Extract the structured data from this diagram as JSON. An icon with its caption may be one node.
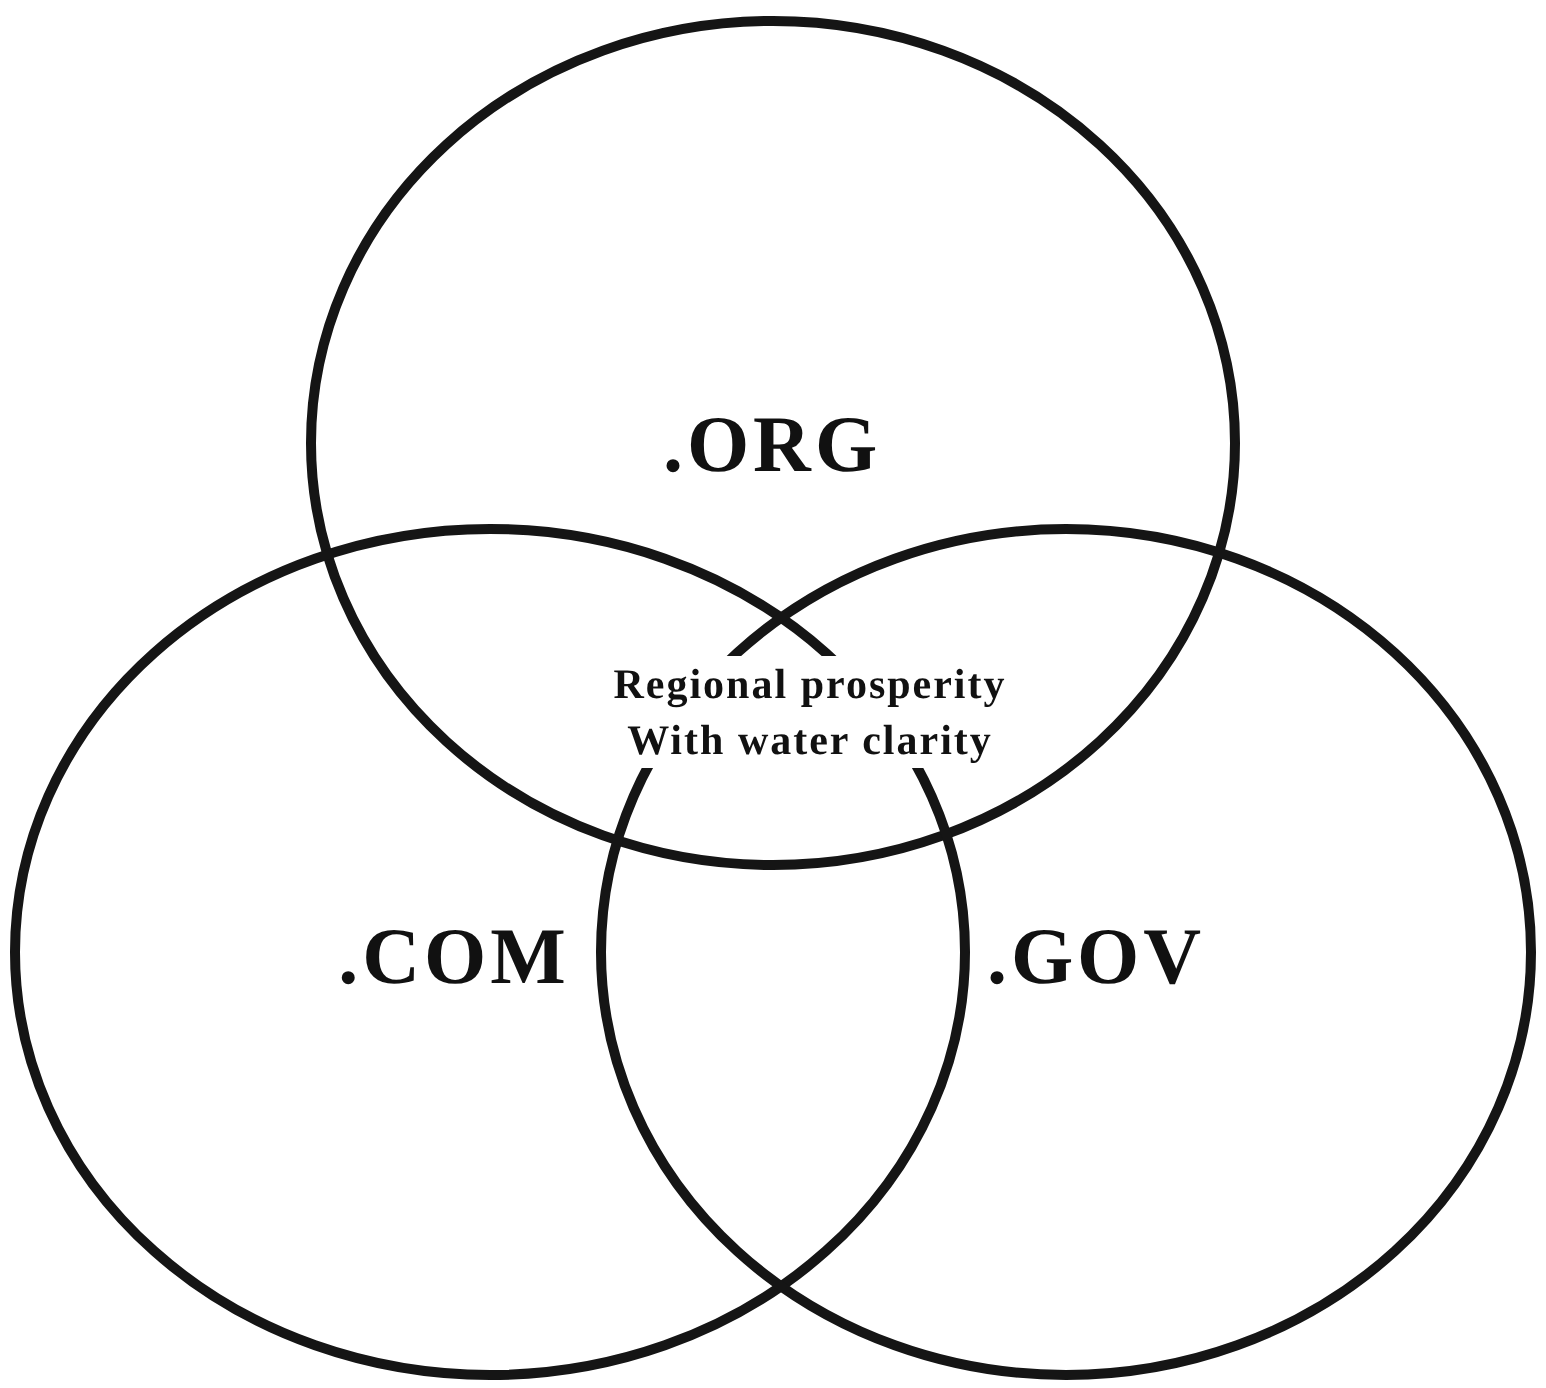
{
  "diagram": {
    "nodes": [
      {
        "text": [
          ".ORG"
        ]
      },
      {
        "text": [
          ".COM"
        ]
      },
      {
        "text": [
          ".GOV"
        ]
      }
    ],
    "labels": [
      "Regional prosperity With water clarity"
    ]
  }
}
